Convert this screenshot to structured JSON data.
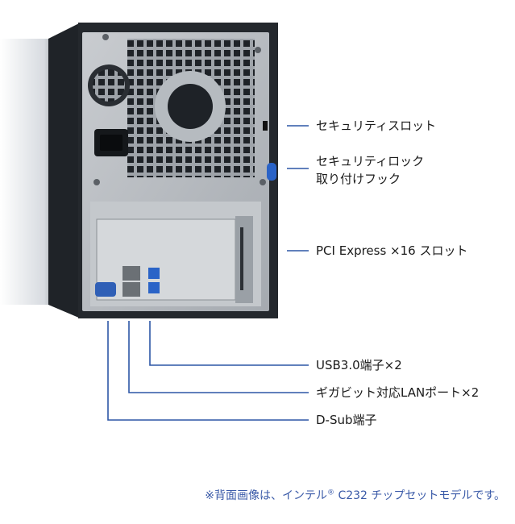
{
  "colors": {
    "callout_line": "#2d56a6",
    "note_text": "#3a5aa8",
    "chassis": "#1f2328",
    "backplate": "#b9bdc2",
    "usb_blue": "#2a63c7",
    "vga_blue": "#2f5fb6"
  },
  "callouts": {
    "security_slot": "セキュリティスロット",
    "security_lock_line1": "セキュリティロック",
    "security_lock_line2": "取り付けフック",
    "pci_express": "PCI Express ×16 スロット",
    "usb": "USB3.0端子×2",
    "lan": "ギガビット対応LANポート×2",
    "dsub": "D-Sub端子"
  },
  "note": {
    "text_before": "※背面画像は、インテル",
    "registered": "®",
    "text_after": " C232 チップセットモデルです。"
  }
}
